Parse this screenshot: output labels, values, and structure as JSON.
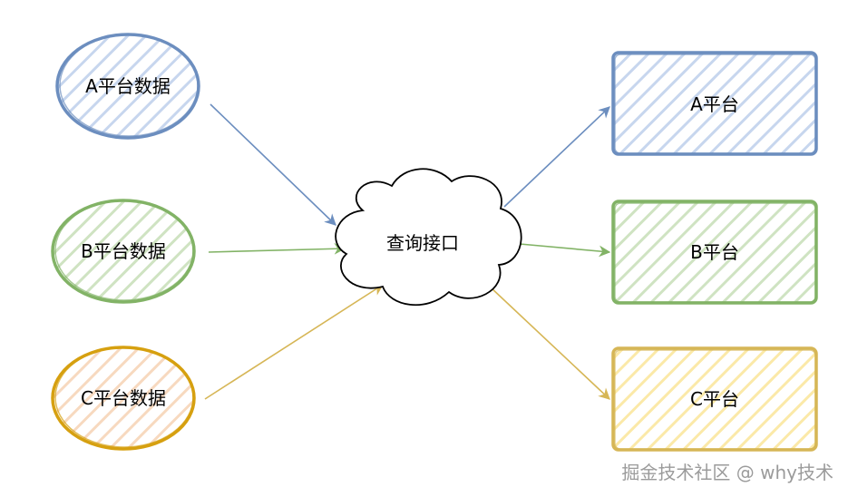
{
  "sources": [
    {
      "id": "a",
      "label": "A平台数据",
      "stroke": "#6c8ebf",
      "hatch": "#c7d6ee"
    },
    {
      "id": "b",
      "label": "B平台数据",
      "stroke": "#82b366",
      "hatch": "#cfe3c2"
    },
    {
      "id": "c",
      "label": "C平台数据",
      "stroke": "#d6a010",
      "hatch": "#f7d9bf"
    }
  ],
  "hub": {
    "label": "查询接口"
  },
  "targets": [
    {
      "id": "a",
      "label": "A平台",
      "stroke": "#6c8ebf",
      "hatch": "#c7d6ee"
    },
    {
      "id": "b",
      "label": "B平台",
      "stroke": "#82b366",
      "hatch": "#cfe3c2"
    },
    {
      "id": "c",
      "label": "C平台",
      "stroke": "#d6b656",
      "hatch": "#fbe9a8"
    }
  ],
  "watermark": "掘金技术社区 @ why技术"
}
